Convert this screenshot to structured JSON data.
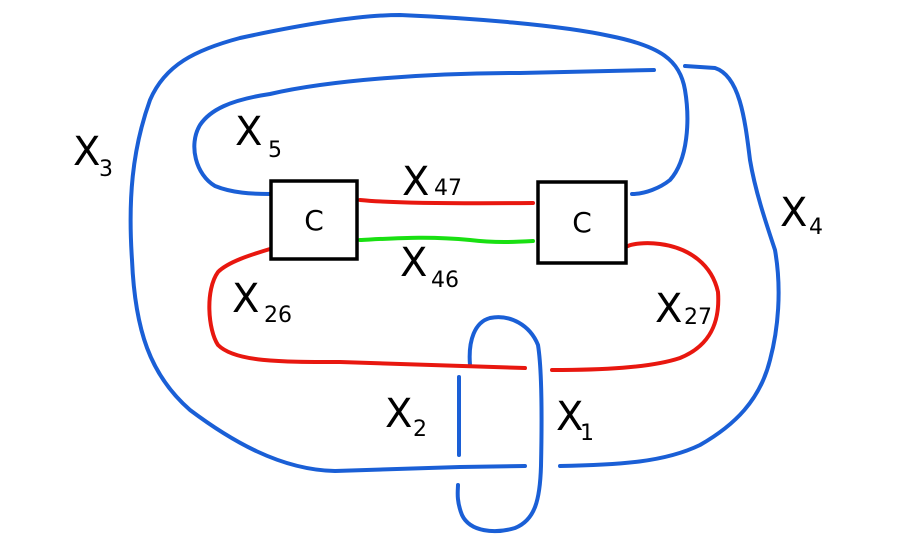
{
  "colors": {
    "blue": "#1a5fd6",
    "red": "#e8170f",
    "green": "#19e012",
    "black": "#000000"
  },
  "boxes": {
    "left": "C",
    "right": "C"
  },
  "labels": {
    "x1": {
      "main": "X",
      "sub": "1"
    },
    "x2": {
      "main": "X",
      "sub": "2"
    },
    "x3": {
      "main": "X",
      "sub": "3"
    },
    "x4": {
      "main": "X",
      "sub": "4"
    },
    "x5": {
      "main": "X",
      "sub": "5"
    },
    "x26": {
      "main": "X",
      "sub": "26"
    },
    "x27": {
      "main": "X",
      "sub": "27"
    },
    "x46": {
      "main": "X",
      "sub": "46"
    },
    "x47": {
      "main": "X",
      "sub": "47"
    }
  }
}
